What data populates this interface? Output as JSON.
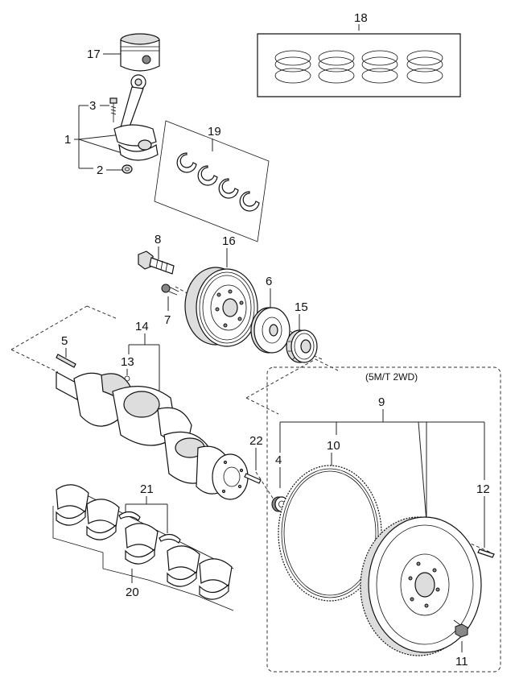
{
  "diagram": {
    "variant_note": "(5M/T 2WD)",
    "callouts": {
      "n1": "1",
      "n2": "2",
      "n3": "3",
      "n4": "4",
      "n5": "5",
      "n6": "6",
      "n7": "7",
      "n8": "8",
      "n9": "9",
      "n10": "10",
      "n11": "11",
      "n12": "12",
      "n13": "13",
      "n14": "14",
      "n15": "15",
      "n16": "16",
      "n17": "17",
      "n18": "18",
      "n19": "19",
      "n20": "20",
      "n21": "21",
      "n22": "22"
    }
  }
}
